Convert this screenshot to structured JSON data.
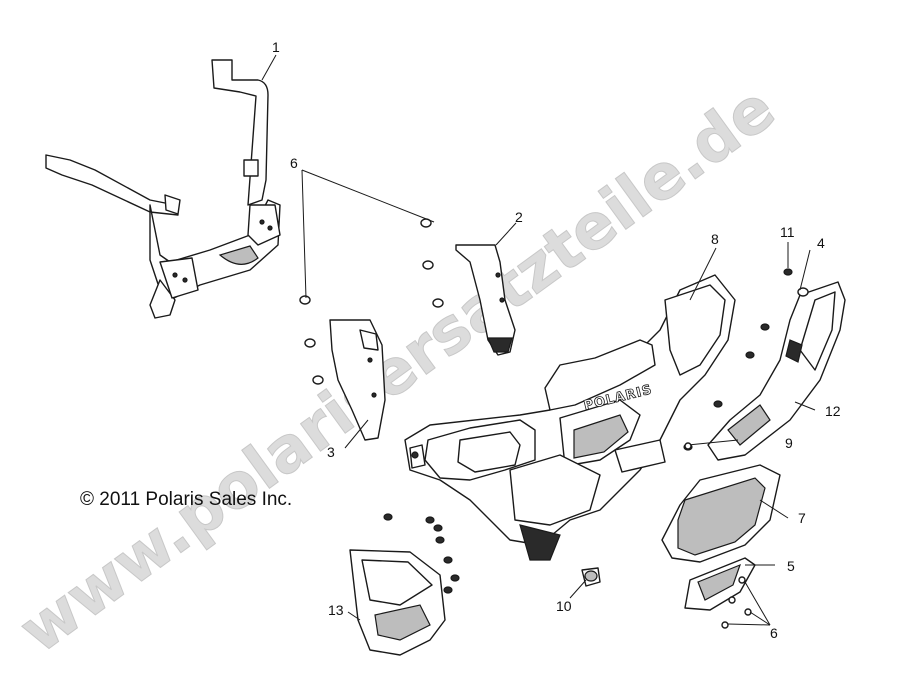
{
  "watermark": "www.polarisersatzteile.de",
  "copyright": "© 2011 Polaris Sales Inc.",
  "logo_text": "POLARIS",
  "callouts": [
    "1",
    "2",
    "3",
    "4",
    "5",
    "6",
    "6",
    "7",
    "8",
    "9",
    "10",
    "11",
    "12",
    "13"
  ],
  "colors": {
    "line": "#1a1a1a",
    "watermark": "#dcdcdc",
    "background": "#ffffff"
  }
}
